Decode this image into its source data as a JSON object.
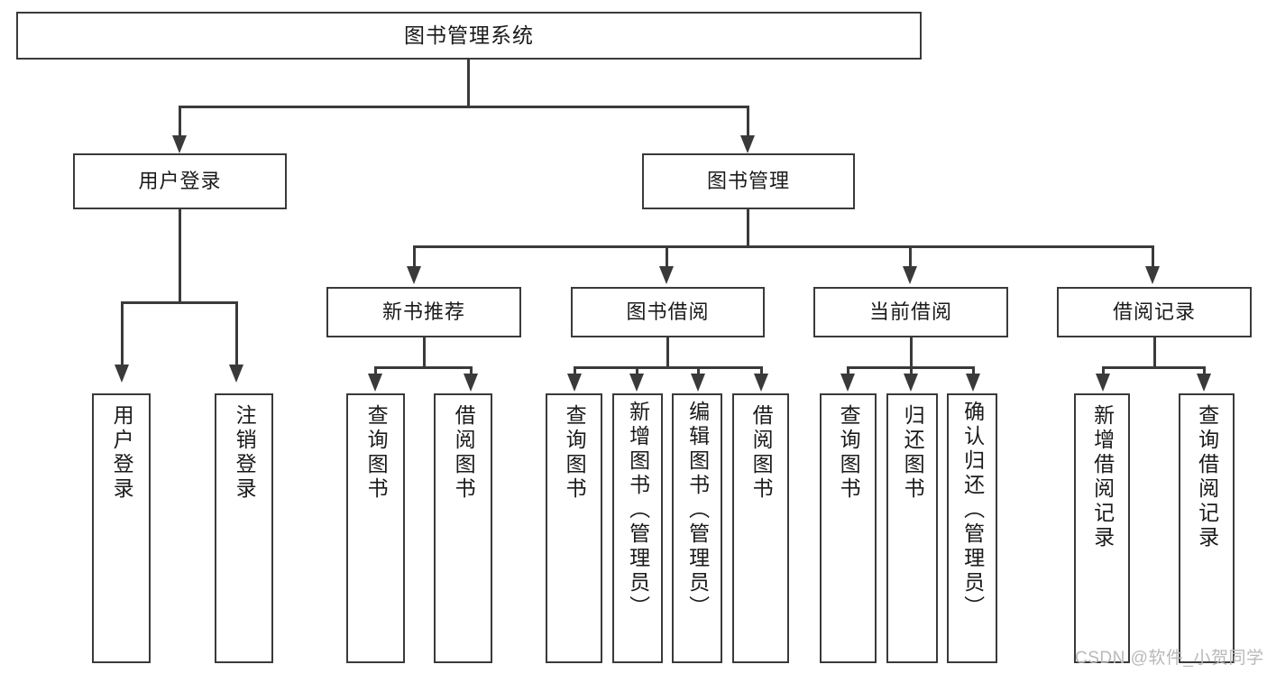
{
  "diagram": {
    "title_node": {
      "label": "图书管理系统"
    },
    "level2": [
      {
        "label": "用户登录"
      },
      {
        "label": "图书管理"
      }
    ],
    "level3": [
      {
        "label": "新书推荐"
      },
      {
        "label": "图书借阅"
      },
      {
        "label": "当前借阅"
      },
      {
        "label": "借阅记录"
      }
    ],
    "leaves": {
      "user_login": [
        {
          "label": "用户登录"
        },
        {
          "label": "注销登录"
        }
      ],
      "new_book_recommend": [
        {
          "label": "查询图书"
        },
        {
          "label": "借阅图书"
        }
      ],
      "book_borrow": [
        {
          "label": "查询图书"
        },
        {
          "label": "新增图书（管理员）"
        },
        {
          "label": "编辑图书（管理员）"
        },
        {
          "label": "借阅图书"
        }
      ],
      "current_borrow": [
        {
          "label": "查询图书"
        },
        {
          "label": "归还图书"
        },
        {
          "label": "确认归还（管理员）"
        }
      ],
      "borrow_record": [
        {
          "label": "新增借阅记录"
        },
        {
          "label": "查询借阅记录"
        }
      ]
    }
  },
  "watermark": {
    "text": "CSDN @软件_小贺同学"
  },
  "colors": {
    "line": "#3a3a3a",
    "text": "#1a1a1a",
    "background": "#ffffff",
    "watermark": "#b9b9b9"
  }
}
